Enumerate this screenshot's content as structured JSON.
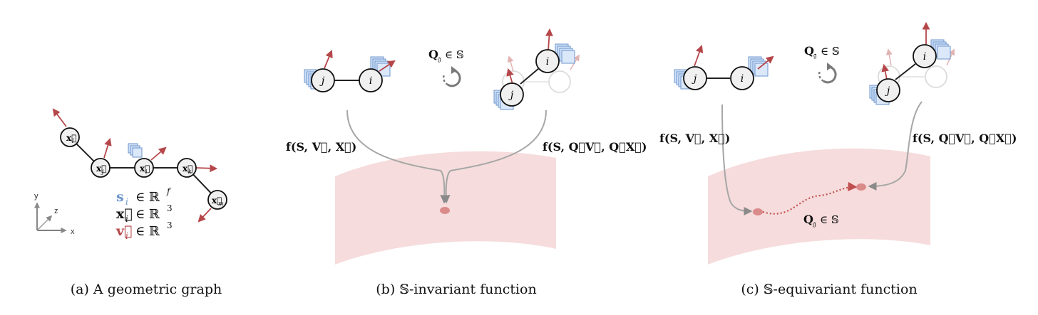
{
  "colors": {
    "arrow_red": "#b5474a",
    "manifold": "#f6dcdc",
    "feature_fill": "#cfe0f7",
    "feature_stroke": "#6d96cc",
    "node_fill": "#f0f0f0",
    "curve_grey": "#a6a6a6",
    "point_red": "#db8a8a",
    "ghost": "#d6d6d6",
    "icon_grey": "#7a7a7a"
  },
  "panel_a": {
    "caption": "(a) A geometric graph",
    "nodes": {
      "l": {
        "label": "x⃗",
        "sub": "l"
      },
      "j": {
        "label": "x⃗",
        "sub": "j"
      },
      "i": {
        "label": "x⃗",
        "sub": "i"
      },
      "k": {
        "label": "x⃗",
        "sub": "k"
      },
      "m": {
        "label": "x⃗",
        "sub": "m"
      }
    },
    "axes": {
      "y": "y",
      "z": "z",
      "x": "x"
    },
    "legend": {
      "s": {
        "sym": "s",
        "sub": "i",
        "rel": "∈ ℝ",
        "sup": "f"
      },
      "x": {
        "sym": "x⃗",
        "sub": "i",
        "rel": "∈ ℝ",
        "sup": "3"
      },
      "v": {
        "sym": "v⃗",
        "sub": "i",
        "rel": "∈ ℝ",
        "sup": "3"
      }
    }
  },
  "panel_b": {
    "caption": "(b) 𝕊-invariant function",
    "node_i": "i",
    "node_j": "j",
    "group_label": {
      "q": "Q",
      "sub": "𝔤",
      "rel": "∈ 𝕊"
    },
    "func_left": "f(S, V⃗, X⃗)",
    "func_right": "f(S, Q𝔤V⃗, Q𝔤X⃗)"
  },
  "panel_c": {
    "caption": "(c) 𝕊-equivariant function",
    "node_i": "i",
    "node_j": "j",
    "group_label": {
      "q": "Q",
      "sub": "𝔤",
      "rel": "∈ 𝕊"
    },
    "func_left": "f(S, V⃗, X⃗)",
    "func_right": "f(S, Q𝔤V⃗, Q𝔤X⃗)",
    "path_label": {
      "q": "Q",
      "sub": "𝔤",
      "rel": "∈ 𝕊"
    }
  }
}
